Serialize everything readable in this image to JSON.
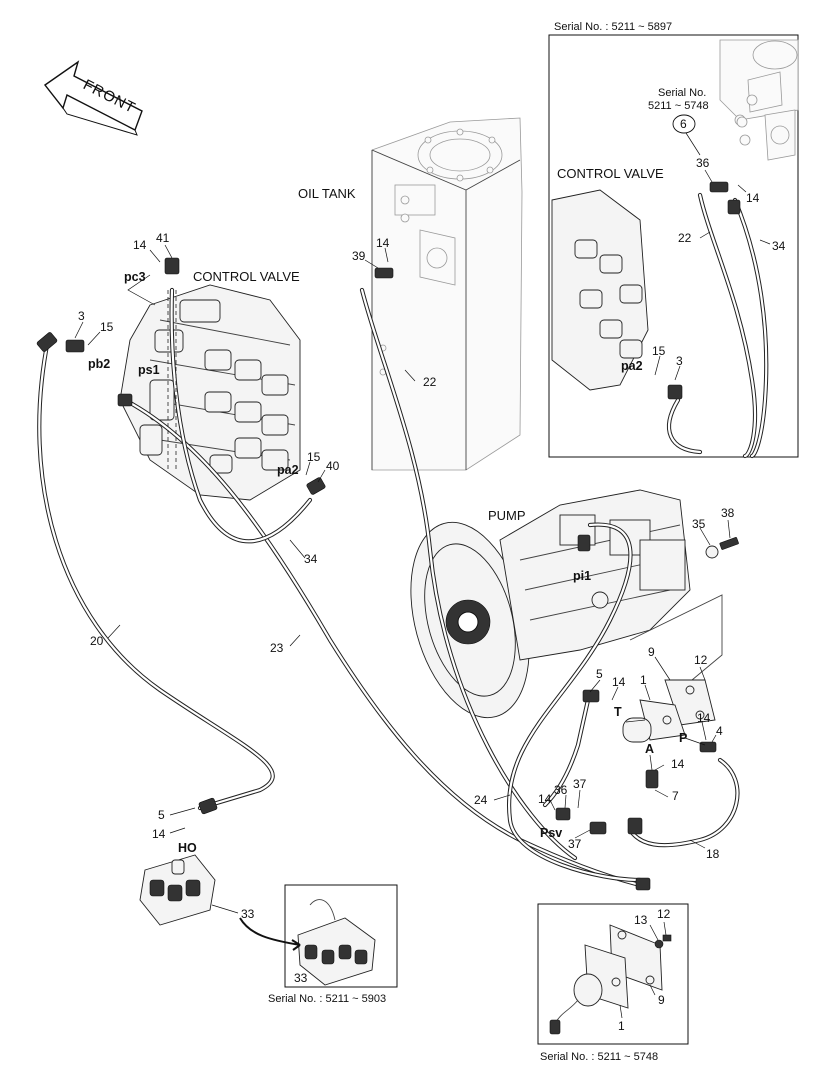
{
  "direction": "FRONT",
  "components": {
    "control_valve": "CONTROL VALVE",
    "oil_tank": "OIL TANK",
    "pump": "PUMP"
  },
  "ports": {
    "pc3": "pc3",
    "pb2": "pb2",
    "ps1": "ps1",
    "pa2": "pa2",
    "pi1": "pi1",
    "ho": "HO",
    "psv": "Psv",
    "t": "T",
    "p": "P",
    "a": "A"
  },
  "insets": {
    "top_right": {
      "serial_header": "Serial No. : 5211 ~ 5897",
      "note_serial_title": "Serial No.",
      "note_serial_range": "5211 ~ 5748",
      "circled_ref": "6",
      "control_valve": "CONTROL VALVE",
      "port_pa2": "pa2",
      "part_numbers": [
        "36",
        "14",
        "22",
        "34",
        "15",
        "3"
      ]
    },
    "bottom_left": {
      "serial_footer": "Serial No. : 5211 ~ 5903",
      "part_number": "33"
    },
    "bottom_right": {
      "serial_footer": "Serial No. : 5211 ~ 5748",
      "part_numbers": [
        "13",
        "12",
        "9",
        "1"
      ]
    }
  },
  "parts": {
    "n14_a": "14",
    "n41": "41",
    "n3_a": "3",
    "n15_a": "15",
    "n39": "39",
    "n14_b": "14",
    "n22": "22",
    "n15_b": "15",
    "n40": "40",
    "n34": "34",
    "n20": "20",
    "n23": "23",
    "n38": "38",
    "n35": "35",
    "n9": "9",
    "n12": "12",
    "n5_a": "5",
    "n14_c": "14",
    "n1": "1",
    "n14_d": "14",
    "n4": "4",
    "n14_e": "14",
    "n7": "7",
    "n37_a": "37",
    "n36": "36",
    "n14_f": "14",
    "n37_b": "37",
    "n24": "24",
    "n18": "18",
    "n5_b": "5",
    "n14_g": "14",
    "n33": "33"
  }
}
